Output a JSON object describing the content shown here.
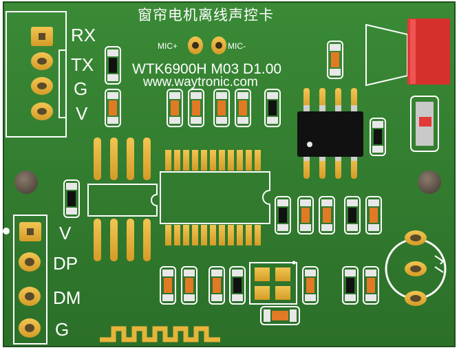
{
  "board": {
    "title": "窗帘电机离线声控卡",
    "model": "WTK6900H M03 D1.00",
    "website": "www.waytronic.com",
    "mic_plus": "MIC+",
    "mic_minus": "MIC-",
    "colors": {
      "pcb": "#2f7a2c",
      "silkscreen": "#ffffff",
      "pad": "#e6b43a",
      "chip": "#111111",
      "speaker": "#e23a36"
    }
  },
  "uart_header": {
    "pins": [
      "RX",
      "TX",
      "G",
      "V"
    ]
  },
  "usb_header": {
    "pins": [
      "V",
      "DP",
      "DM",
      "G"
    ]
  }
}
